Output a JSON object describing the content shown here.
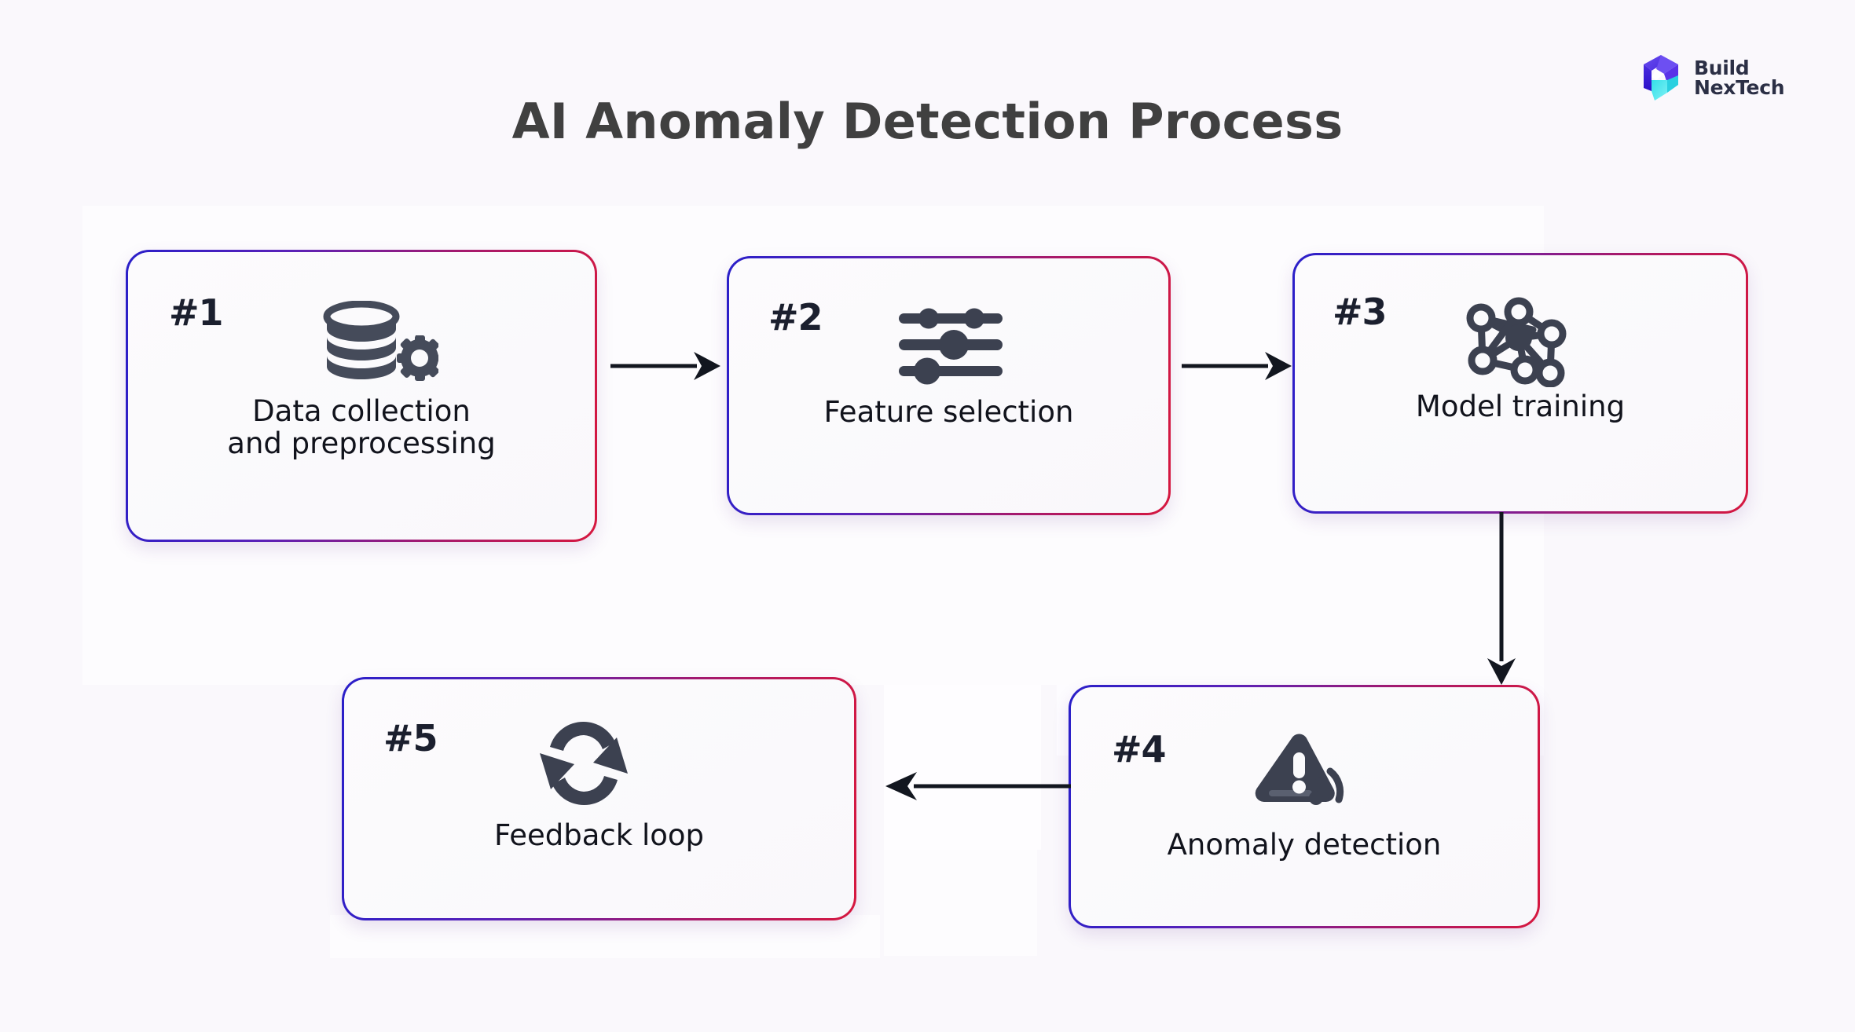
{
  "page": {
    "title": "AI Anomaly Detection Process",
    "background_color": "#faf8fc",
    "title_color": "#404040"
  },
  "logo": {
    "line1": "Build",
    "line2": "NexTech",
    "mark_name": "buildnextech-b-mark",
    "colors": {
      "top": "#5b3ee8",
      "mid": "#3a20d9",
      "bottom": "#3fd3e8"
    },
    "text_color": "#2b2f45"
  },
  "theme": {
    "border_gradient_start": "#2a1fc9",
    "border_gradient_mid": "#a3196f",
    "border_gradient_end": "#d6183f",
    "card_face": "#fafafc",
    "icon_color": "#3c4150",
    "arrow_color": "#12161f"
  },
  "steps": [
    {
      "number": "#1",
      "label": "Data collection\nand preprocessing",
      "label_line1": "Data collection",
      "label_line2": "and preprocessing",
      "icon": "database-gear-icon"
    },
    {
      "number": "#2",
      "label": "Feature selection",
      "label_line1": "Feature selection",
      "label_line2": "",
      "icon": "sliders-icon"
    },
    {
      "number": "#3",
      "label": "Model training",
      "label_line1": "Model training",
      "label_line2": "",
      "icon": "neural-network-icon"
    },
    {
      "number": "#4",
      "label": "Anomaly detection",
      "label_line1": "Anomaly detection",
      "label_line2": "",
      "icon": "alert-signal-icon"
    },
    {
      "number": "#5",
      "label": "Feedback loop",
      "label_line1": "Feedback loop",
      "label_line2": "",
      "icon": "refresh-loop-icon"
    }
  ],
  "connectors": [
    {
      "from": "#1",
      "to": "#2",
      "direction": "right"
    },
    {
      "from": "#2",
      "to": "#3",
      "direction": "right"
    },
    {
      "from": "#3",
      "to": "#4",
      "direction": "down"
    },
    {
      "from": "#4",
      "to": "#5",
      "direction": "left"
    }
  ]
}
